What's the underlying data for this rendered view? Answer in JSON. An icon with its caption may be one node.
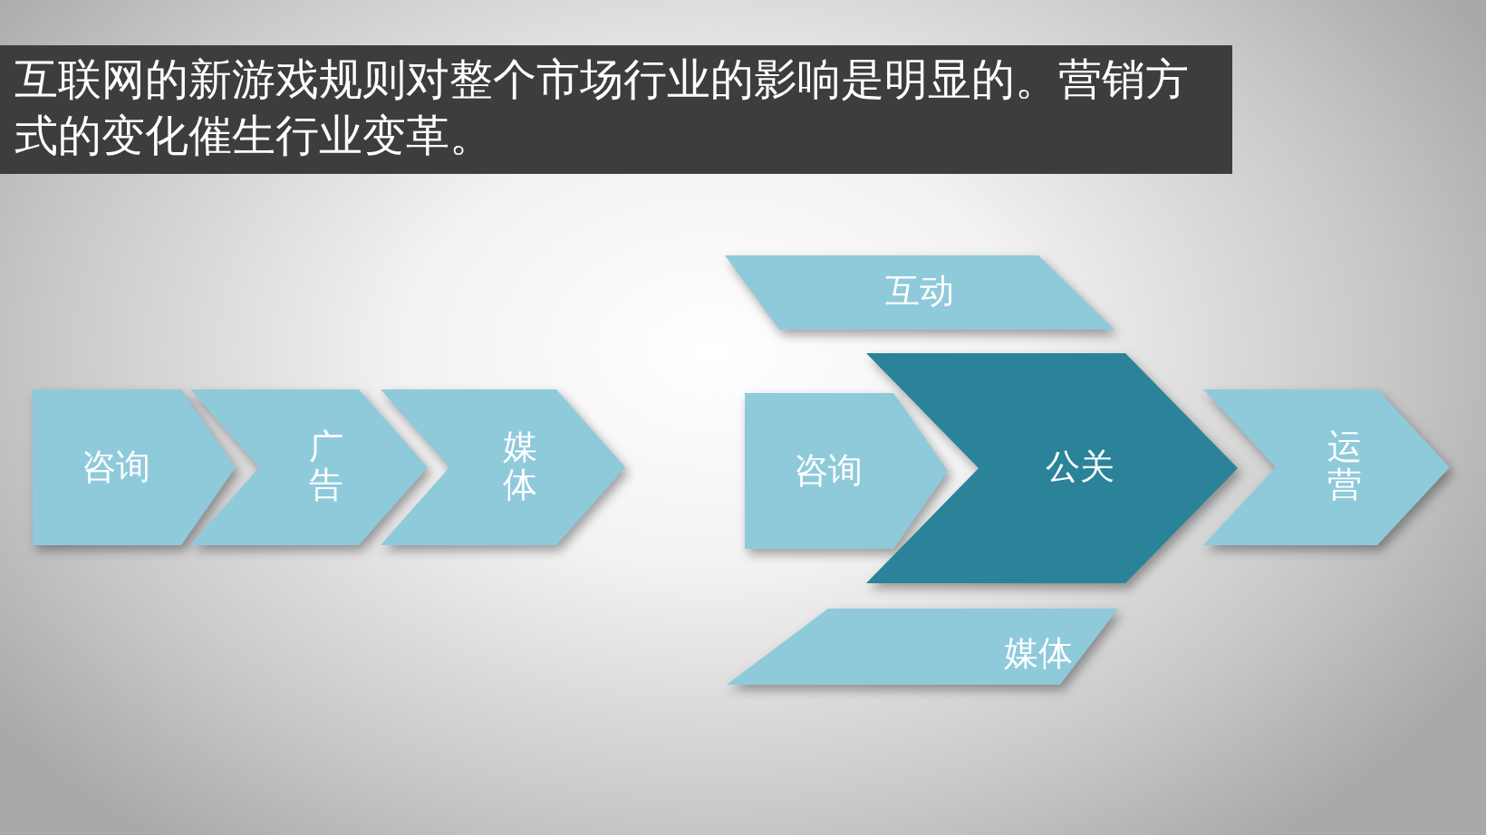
{
  "diagram": {
    "title": "互联网的新游戏规则对整个市场行业的影响是明显的。营销方式的变化催生行业变革。",
    "nodes": [
      {
        "text": [
          "咨询"
        ]
      },
      {
        "text": [
          "广告"
        ]
      },
      {
        "text": [
          "媒体"
        ]
      },
      {
        "text": [
          "互动"
        ]
      },
      {
        "text": [
          "咨询"
        ]
      },
      {
        "text": [
          "公关"
        ]
      },
      {
        "text": [
          "运营"
        ]
      },
      {
        "text": [
          "媒体"
        ]
      }
    ]
  }
}
